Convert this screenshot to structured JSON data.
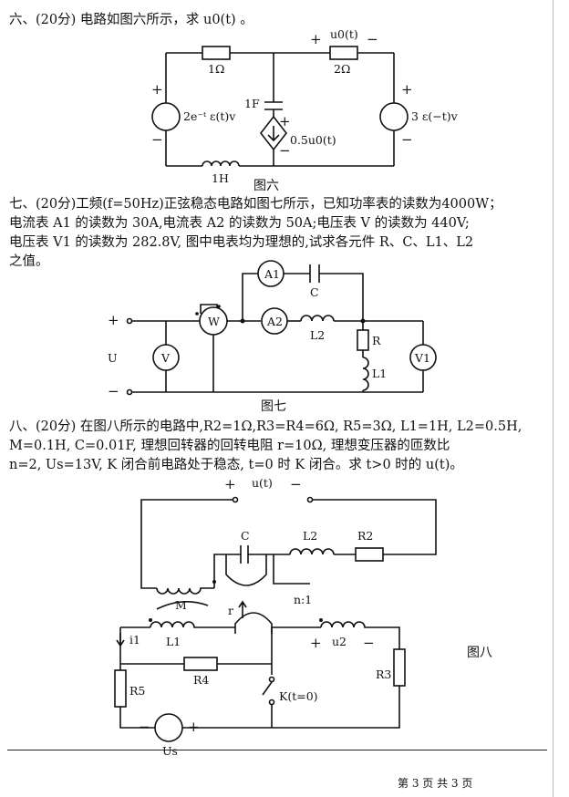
{
  "q6": {
    "text": "六、(20分) 电路如图六所示，求 u0(t) 。",
    "labels": {
      "r1": "1Ω",
      "r2": "2Ω",
      "u0": "u0(t)",
      "plus_top": "+",
      "minus_top": "−",
      "src_left": "2e⁻ᵗ ε(t)v",
      "src_right": "3 ε(−t)v",
      "cap": "1F",
      "dep": "0.5u0(t)",
      "ind": "1H",
      "plus_l": "+",
      "minus_l": "−",
      "plus_r": "+",
      "minus_r": "−",
      "plus_d": "+",
      "minus_d": "−"
    },
    "caption": "图六"
  },
  "q7": {
    "line1": "七、(20分)工频(f=50Hz)正弦稳态电路如图七所示，已知功率表的读数为4000W；",
    "line2": "电流表 A1 的读数为 30A,电流表 A2 的读数为 50A;电压表 V 的读数为 440V;",
    "line3": "电压表 V1 的读数为 282.8V, 图中电表均为理想的,试求各元件 R、C、L1、L2",
    "line4": "之值。",
    "labels": {
      "a1": "A1",
      "a2": "A2",
      "w": "W",
      "v": "V",
      "v1": "V1",
      "c": "C",
      "l2": "L2",
      "r": "R",
      "l1": "L1",
      "u": "U",
      "plus": "+",
      "minus": "−"
    },
    "caption": "图七"
  },
  "q8": {
    "line1": "八、(20分) 在图八所示的电路中,R2=1Ω,R3=R4=6Ω, R5=3Ω, L1=1H, L2=0.5H,",
    "line2": "M=0.1H, C=0.01F, 理想回转器的回转电阻 r=10Ω, 理想变压器的匝数比",
    "line3": "n=2, Us=13V, K 闭合前电路处于稳态, t=0 时 K 闭合。求 t>0 时的 u(t)。",
    "labels": {
      "ut": "u(t)",
      "plus": "+",
      "minus": "−",
      "c": "C",
      "l2": "L2",
      "r2": "R2",
      "m": "M",
      "r": "r",
      "n": "n:1",
      "i1": "i1",
      "l1": "L1",
      "u2": "u2",
      "r4": "R4",
      "r3": "R3",
      "r5": "R5",
      "k": "K(t=0)",
      "us": "Us",
      "plus_u2": "+",
      "minus_u2": "−",
      "minus_us": "−",
      "plus_us": "+"
    },
    "caption": "图八"
  },
  "footer": {
    "page": "第 3 页 共 3 页"
  }
}
